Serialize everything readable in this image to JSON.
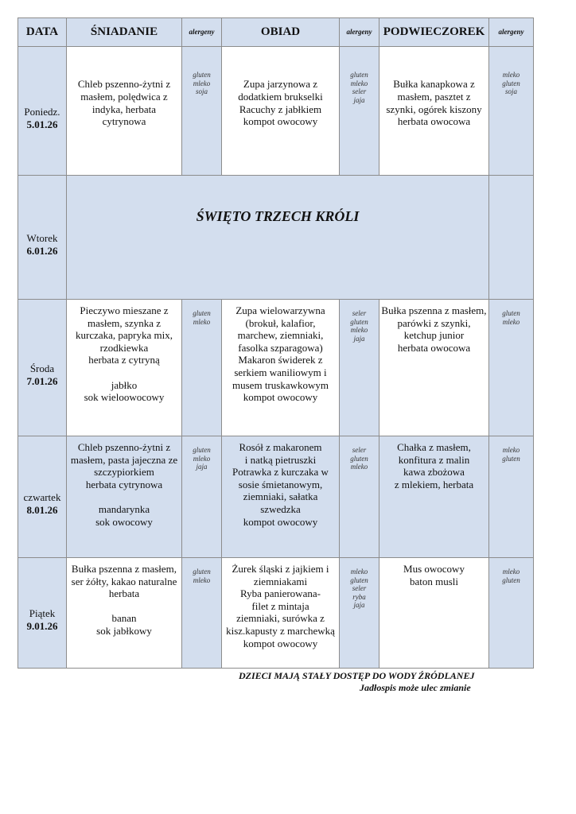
{
  "header": {
    "date": "DATA",
    "breakfast": "ŚNIADANIE",
    "allergens": "alergeny",
    "lunch": "OBIAD",
    "snack": "PODWIECZOREK"
  },
  "days": [
    {
      "day": "Poniedz.",
      "date": "5.01.26",
      "breakfast": "Chleb pszenno-żytni z\nmasłem, polędwica z\nindyka, herbata\ncytrynowa",
      "breakfast_allergens": "gluten\nmleko\nsoja",
      "lunch": "Zupa jarzynowa z\ndodatkiem brukselki\nRacuchy z jabłkiem\nkompot owocowy",
      "lunch_allergens": "gluten\nmleko\nseler\njaja",
      "snack": "Bułka kanapkowa z\nmasłem, pasztet z\nszynki, ogórek kiszony\nherbata owocowa",
      "snack_allergens": "mleko\ngluten\nsoja"
    },
    {
      "day": "Wtorek",
      "date": "6.01.26",
      "holiday": "ŚWIĘTO TRZECH KRÓLI"
    },
    {
      "day": "Środa",
      "date": "7.01.26",
      "breakfast": "Pieczywo mieszane z\nmasłem, szynka z\nkurczaka,  papryka mix,\nrzodkiewka\nherbata z cytryną\n\njabłko\nsok wieloowocowy",
      "breakfast_allergens": "gluten\nmleko",
      "lunch": "Zupa wielowarzywna\n(brokuł, kalafior,\nmarchew, ziemniaki,\nfasolka szparagowa)\nMakaron świderek z\nserkiem waniliowym i\nmusem truskawkowym\nkompot owocowy",
      "lunch_allergens": "seler\ngluten\nmleko\njaja",
      "snack": "Bułka pszenna z masłem,\nparówki z szynki,\nketchup junior\nherbata owocowa",
      "snack_allergens": "gluten\nmleko"
    },
    {
      "day": "czwartek",
      "date": "8.01.26",
      "breakfast": "Chleb pszenno-żytni z\nmasłem, pasta jajeczna ze\nszczypiorkiem\nherbata cytrynowa\n\nmandarynka\nsok owocowy",
      "breakfast_allergens": "gluten\nmleko\njaja",
      "lunch": "Rosół z makaronem\ni natką pietruszki\nPotrawka z kurczaka w\nsosie śmietanowym,\nziemniaki, sałatka\nszwedzka\nkompot owocowy",
      "lunch_allergens": "seler\ngluten\nmleko",
      "snack": "Chałka z masłem,\nkonfitura z malin\nkawa zbożowa\nz mlekiem, herbata",
      "snack_allergens": "mleko\ngluten"
    },
    {
      "day": "Piątek",
      "date": "9.01.26",
      "breakfast": "Bułka pszenna z masłem,\nser żółty, kakao naturalne\nherbata\n\nbanan\nsok jabłkowy",
      "breakfast_allergens": "gluten\nmleko",
      "lunch": "Żurek śląski z jajkiem i\nziemniakami\nRyba panierowana-\nfilet z mintaja\nziemniaki, surówka z\nkisz.kapusty z marchewką\nkompot owocowy",
      "lunch_allergens": "mleko\ngluten\nseler\nryba\njaja",
      "snack": "Mus owocowy\nbaton musli",
      "snack_allergens": "mleko\ngluten"
    }
  ],
  "footer": {
    "water": "DZIECI MAJĄ STAŁY DOSTĘP DO WODY ŹRÓDLANEJ",
    "note": "Jadłospis może ulec zmianie"
  }
}
